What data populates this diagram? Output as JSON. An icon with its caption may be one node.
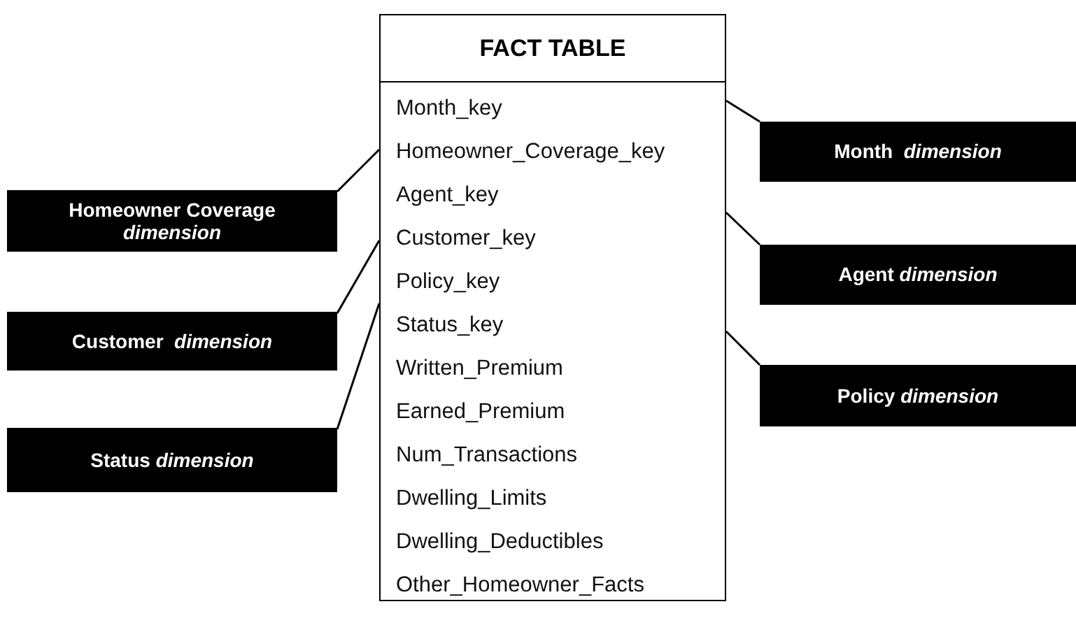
{
  "diagram": {
    "nodes": [
      {
        "text": [
          "FACT TABLE",
          "Month_key",
          "Homeowner_Coverage_key",
          "Agent_key",
          "Customer_key",
          "Policy_key",
          "Status_key",
          "Written_Premium",
          "Earned_Premium",
          "Num_Transactions",
          "Dwelling_Limits",
          "Dwelling_Deductibles",
          "Other_Homeowner_Facts"
        ]
      },
      {
        "text": [
          "Month  *dimension*"
        ]
      },
      {
        "text": [
          "Homeowner Coverage *dimension*"
        ]
      },
      {
        "text": [
          "Agent *dimension*"
        ]
      },
      {
        "text": [
          "Customer  *dimension*"
        ]
      },
      {
        "text": [
          "Policy *dimension*"
        ]
      },
      {
        "text": [
          "Status *dimension*"
        ]
      }
    ],
    "edges": [
      {
        "from": 1,
        "to": 0,
        "arrow": "none"
      },
      {
        "from": 2,
        "to": 0,
        "arrow": "none"
      },
      {
        "from": 3,
        "to": 0,
        "arrow": "none"
      },
      {
        "from": 4,
        "to": 0,
        "arrow": "none"
      },
      {
        "from": 5,
        "to": 0,
        "arrow": "none"
      },
      {
        "from": 6,
        "to": 0,
        "arrow": "none"
      }
    ]
  }
}
